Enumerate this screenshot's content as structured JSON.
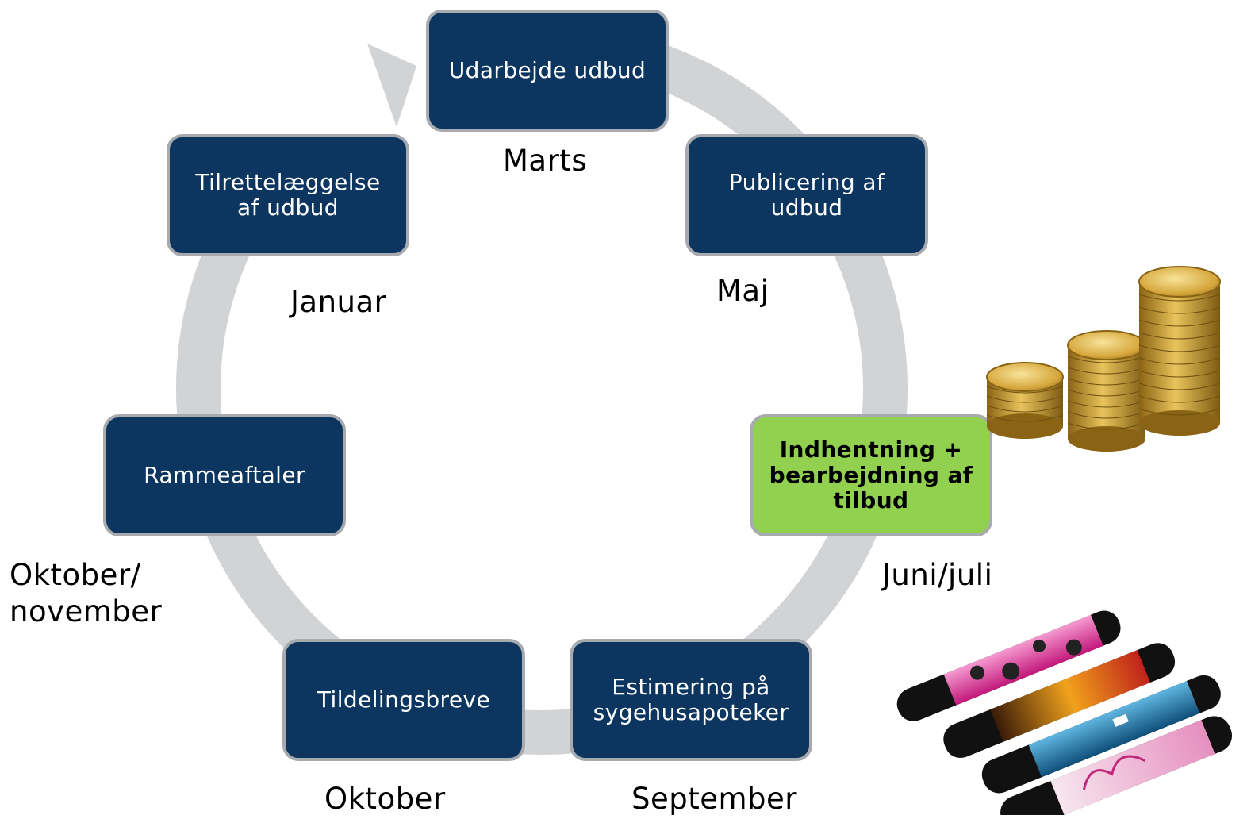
{
  "colors": {
    "node_fill": "#0c365f",
    "node_highlight_fill": "#92d050",
    "node_border": "#a7aaae",
    "cycle_arrow": "#d1d3d4"
  },
  "steps": [
    {
      "id": "udarbejde",
      "label": "Udarbejde udbud",
      "month": "Marts",
      "highlight": false
    },
    {
      "id": "publicering",
      "label": "Publicering af\nudbud",
      "month": "Maj",
      "highlight": false
    },
    {
      "id": "indhentning",
      "label": "Indhentning +\nbearbejdning af\ntilbud",
      "month": "Juni/juli",
      "highlight": true
    },
    {
      "id": "estimering",
      "label": "Estimering på\nsygehusapoteker",
      "month": "September",
      "highlight": false
    },
    {
      "id": "tildelingsbreve",
      "label": "Tildelingsbreve",
      "month": "Oktober",
      "highlight": false
    },
    {
      "id": "rammeaftaler",
      "label": "Rammeaftaler",
      "month": "Oktober/\nnovember",
      "highlight": false
    },
    {
      "id": "tilrettelaeggelse",
      "label": "Tilrettelæggelse\naf udbud",
      "month": "Januar",
      "highlight": false
    }
  ],
  "illustrations": [
    {
      "name": "coins-stack",
      "icon": "gold-coins-icon"
    },
    {
      "name": "insulin-pens",
      "icon": "insulin-pens-icon"
    }
  ]
}
